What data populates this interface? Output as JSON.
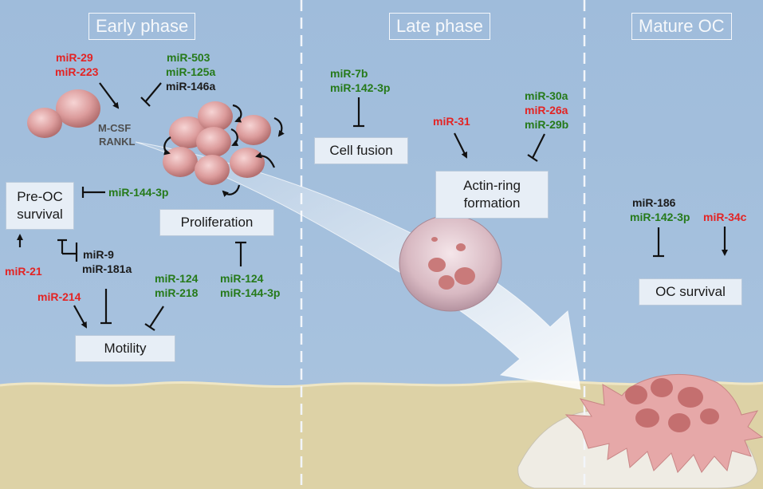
{
  "phases": {
    "early": "Early phase",
    "late": "Late phase",
    "mature": "Mature OC"
  },
  "boxes": {
    "pre_oc_line1": "Pre-OC",
    "pre_oc_line2": "survival",
    "proliferation": "Proliferation",
    "motility": "Motility",
    "cell_fusion": "Cell fusion",
    "actin_line1": "Actin-ring",
    "actin_line2": "formation",
    "oc_survival": "OC survival"
  },
  "factors": {
    "mcsf": "M-CSF",
    "rankl": "RANKL"
  },
  "mirnas": {
    "mir29": "miR-29",
    "mir223": "miR-223",
    "mir503": "miR-503",
    "mir125a": "miR-125a",
    "mir146a": "miR-146a",
    "mir144_3p_a": "miR-144-3p",
    "mir21": "miR-21",
    "mir9": "miR-9",
    "mir181a": "miR-181a",
    "mir214": "miR-214",
    "mir124_a": "miR-124",
    "mir218": "miR-218",
    "mir124_b": "miR-124",
    "mir144_3p_b": "miR-144-3p",
    "mir7b": "miR-7b",
    "mir142_3p_a": "miR-142-3p",
    "mir31": "miR-31",
    "mir30a": "miR-30a",
    "mir26a": "miR-26a",
    "mir29b": "miR-29b",
    "mir186": "miR-186",
    "mir142_3p_b": "miR-142-3p",
    "mir34c": "miR-34c"
  },
  "colors": {
    "background": "#a3bfdd",
    "bone": "#ddd2a6",
    "stimulating": "#e32424",
    "inhibiting": "#267a1a",
    "neutral": "#1c1c1c",
    "cell": "#e4a3a3"
  }
}
